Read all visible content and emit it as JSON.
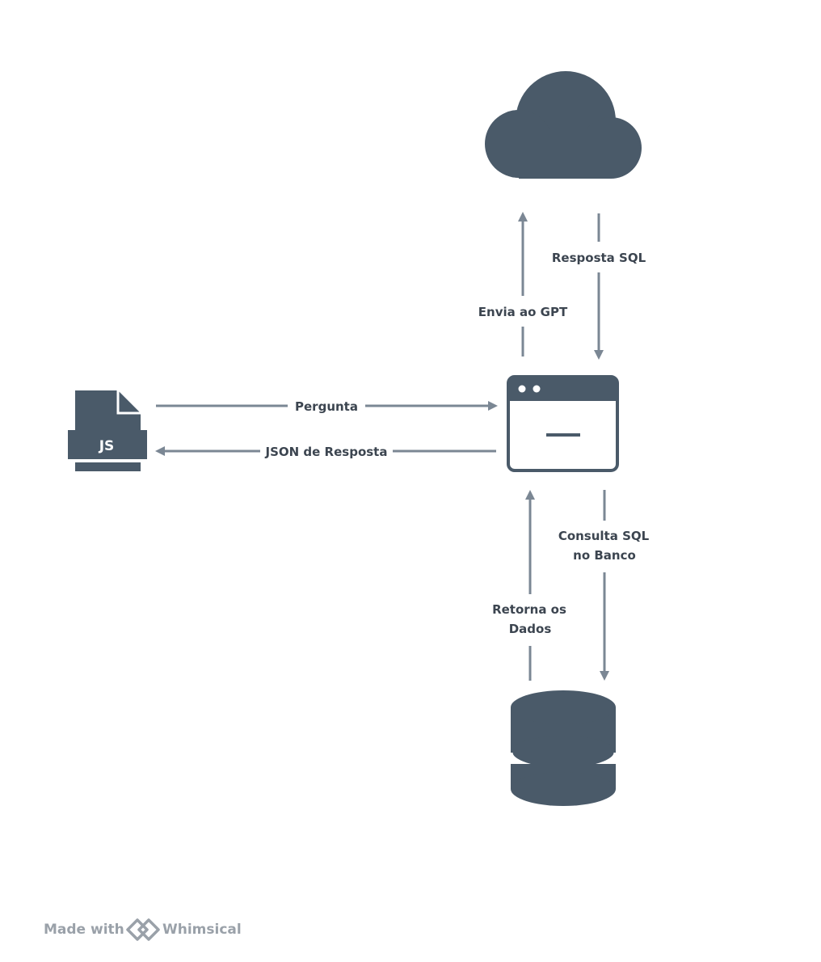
{
  "nodes": {
    "cloud": {
      "icon": "cloud-icon"
    },
    "app": {
      "icon": "browser-window-icon"
    },
    "client": {
      "icon": "js-file-icon",
      "badge": "JS"
    },
    "database": {
      "icon": "database-icon"
    }
  },
  "edges": {
    "pergunta": {
      "label": "Pergunta"
    },
    "json_resposta": {
      "label": "JSON de Resposta"
    },
    "envia_gpt": {
      "label": "Envia ao GPT"
    },
    "resposta_sql": {
      "label": "Resposta SQL"
    },
    "consulta_sql": {
      "line1": "Consulta SQL",
      "line2": "no Banco"
    },
    "retorna_dados": {
      "line1": "Retorna os",
      "line2": "Dados"
    }
  },
  "watermark": {
    "prefix": "Made with",
    "brand": "Whimsical",
    "icon": "whimsical-logo-icon"
  },
  "colors": {
    "shape": "#4a5a69",
    "edge": "#7b8794",
    "text": "#3c4550"
  }
}
